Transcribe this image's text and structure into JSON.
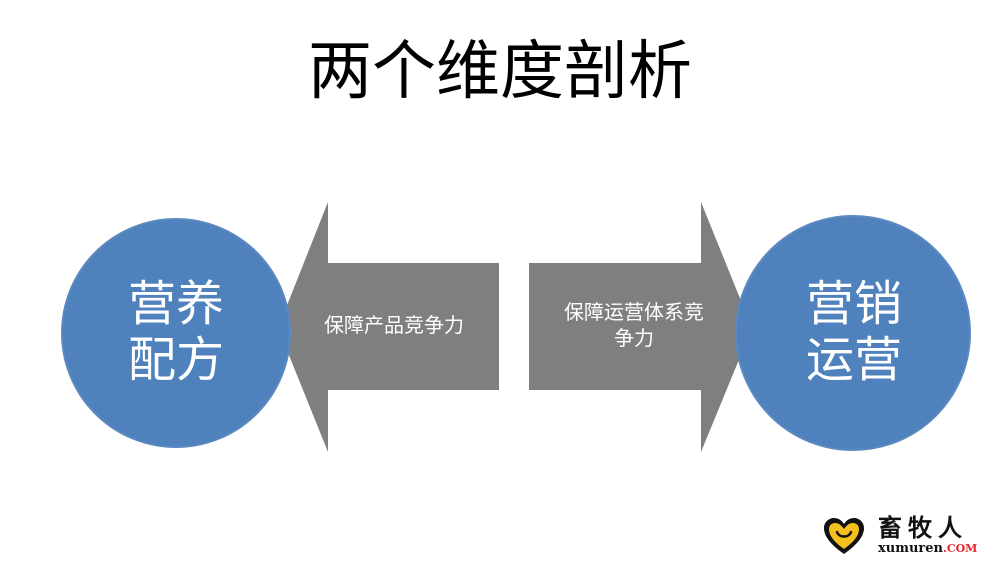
{
  "slide": {
    "title": "两个维度剖析"
  },
  "diagram": {
    "left_circle": {
      "label": "营养\n配方"
    },
    "right_circle": {
      "label": "营销\n运营"
    },
    "left_arrow": {
      "label": "保障产品竞争力"
    },
    "right_arrow": {
      "label_line1": "保障运营体系竞",
      "label_line2": "争力"
    }
  },
  "logo": {
    "cn_text": "畜牧人",
    "en_text": "xumuren",
    "en_suffix": ".COM"
  },
  "colors": {
    "circle_fill": "#4f81bd",
    "circle_stroke": "#5b89c0",
    "arrow_fill": "#7f7f7f",
    "logo_accent": "#e3262b",
    "logo_yellow": "#f4c01e"
  }
}
